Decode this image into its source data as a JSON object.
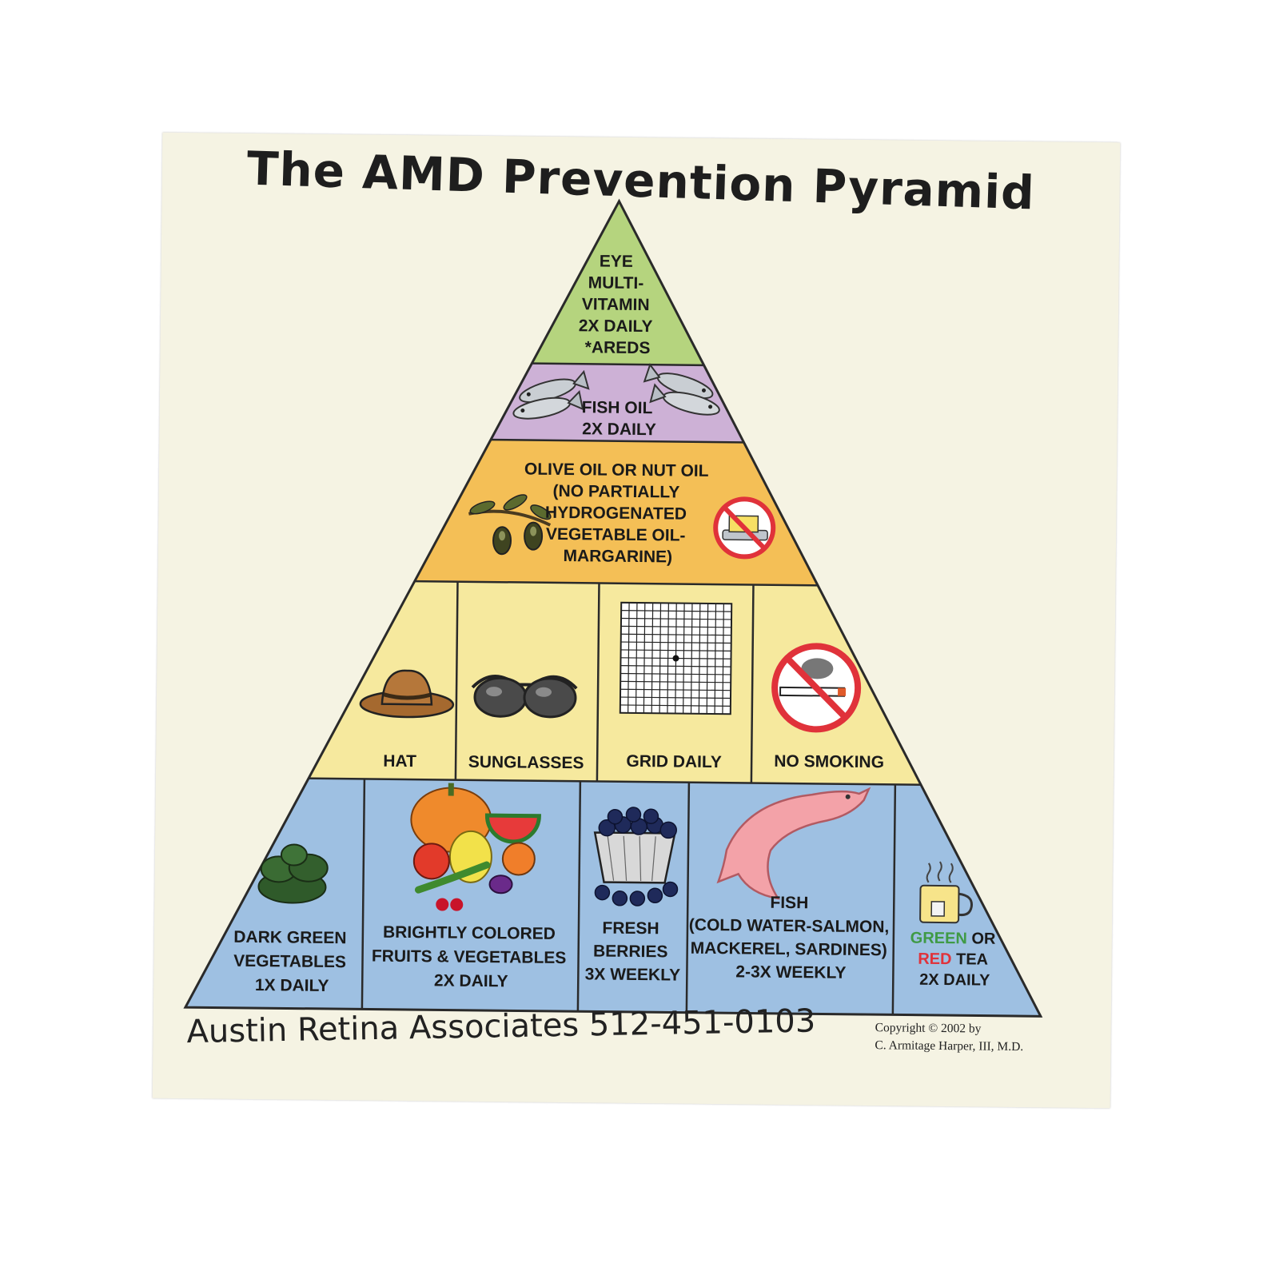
{
  "title": "The AMD Prevention Pyramid",
  "colors": {
    "tier1": "#b5d47e",
    "tier2": "#cdb1d6",
    "tier3": "#f4bf56",
    "tier4": "#f6e99e",
    "tier5": "#9ec0e2",
    "outline": "#2a2a2a",
    "green_word": "#3f9a45",
    "red_word": "#e0323a"
  },
  "tiers": {
    "vitamin": {
      "lines": [
        "EYE",
        "MULTI-",
        "VITAMIN",
        "2X DAILY",
        "*AREDS"
      ]
    },
    "fish_oil": {
      "lines": [
        "FISH OIL",
        "2X DAILY"
      ],
      "icon": "sardine-icon"
    },
    "olive_oil": {
      "lines": [
        "OLIVE OIL OR NUT OIL",
        "(NO PARTIALLY",
        "HYDROGENATED",
        "VEGETABLE OIL-",
        "MARGARINE)"
      ],
      "icons": [
        "olive-branch-icon",
        "no-margarine-icon"
      ]
    },
    "protection": [
      {
        "label": "HAT",
        "icon": "hat-icon"
      },
      {
        "label": "SUNGLASSES",
        "icon": "sunglasses-icon"
      },
      {
        "label": "GRID DAILY",
        "icon": "amsler-grid-icon"
      },
      {
        "label": "NO SMOKING",
        "icon": "no-smoking-icon"
      }
    ],
    "foods": [
      {
        "lines": [
          "DARK GREEN",
          "VEGETABLES",
          "1X DAILY"
        ],
        "icon": "leafy-greens-icon"
      },
      {
        "lines": [
          "BRIGHTLY COLORED",
          "FRUITS & VEGETABLES",
          "2X DAILY"
        ],
        "icon": "fruits-vegetables-icon"
      },
      {
        "lines": [
          "FRESH",
          "BERRIES",
          "3X WEEKLY"
        ],
        "icon": "berry-basket-icon"
      },
      {
        "lines": [
          "FISH",
          "(COLD WATER-SALMON,",
          "MACKEREL, SARDINES)",
          "2-3X WEEKLY"
        ],
        "icon": "salmon-icon"
      },
      {
        "green": "GREEN",
        "or": " OR",
        "red": "RED",
        "tea": " TEA",
        "freq": "2X DAILY",
        "icon": "tea-mug-icon"
      }
    ]
  },
  "footer": {
    "clinic": "Austin Retina Associates 512-451-0103",
    "copyright_line1": "Copyright © 2002 by",
    "copyright_line2": "C. Armitage Harper, III, M.D."
  }
}
